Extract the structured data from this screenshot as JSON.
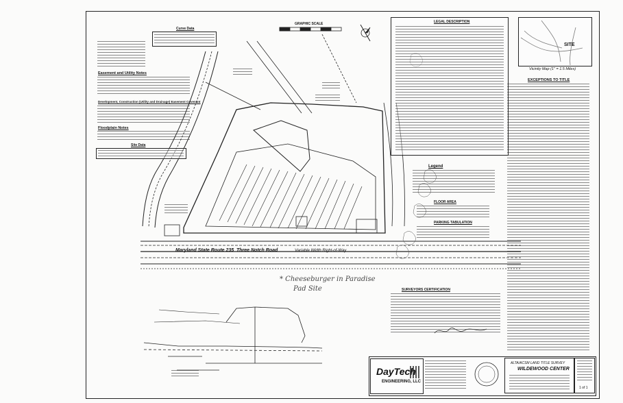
{
  "drawing": {
    "road_1": "Maryland State Route 235",
    "road_2": "Three Notch Road",
    "row_label": "Variable Width Right-of-Way",
    "handwritten_note": "* Cheeseburger in Paradise",
    "handwritten_note_2": "Pad Site",
    "graphic_scale": "GRAPHIC SCALE",
    "north_label": "N"
  },
  "left_notes": {
    "curve_data_title": "Curve Data",
    "easement_title": "Easement and Utility Notes",
    "development_title": "Development, Construction (Utility and Drainage) Easement Covenant",
    "floodplain_title": "Floodplain Notes",
    "site_data_title": "Site Data"
  },
  "legal_description": {
    "title": "LEGAL DESCRIPTION"
  },
  "vicinity": {
    "title": "Vicinity Map (1\" = 1.5 Miles)",
    "site_label": "SITE"
  },
  "right_notes": {
    "exceptions_title": "EXCEPTIONS TO TITLE"
  },
  "legend": {
    "title": "Legend",
    "floor_area_title": "FLOOR AREA",
    "parking_title": "PARKING TABULATION"
  },
  "surveyor": {
    "title": "SURVEYORS CERTIFICATION"
  },
  "title_block": {
    "firm_name": "DayTech",
    "firm_sub": "ENGINEERING, LLC",
    "survey_type": "ALTA/ACSM LAND TITLE SURVEY",
    "project": "WILDEWOOD CENTER",
    "sheet_no": "1 of 1"
  },
  "colors": {
    "ink": "#222222",
    "paper": "#fbfbfa",
    "handwriting": "#444444"
  }
}
